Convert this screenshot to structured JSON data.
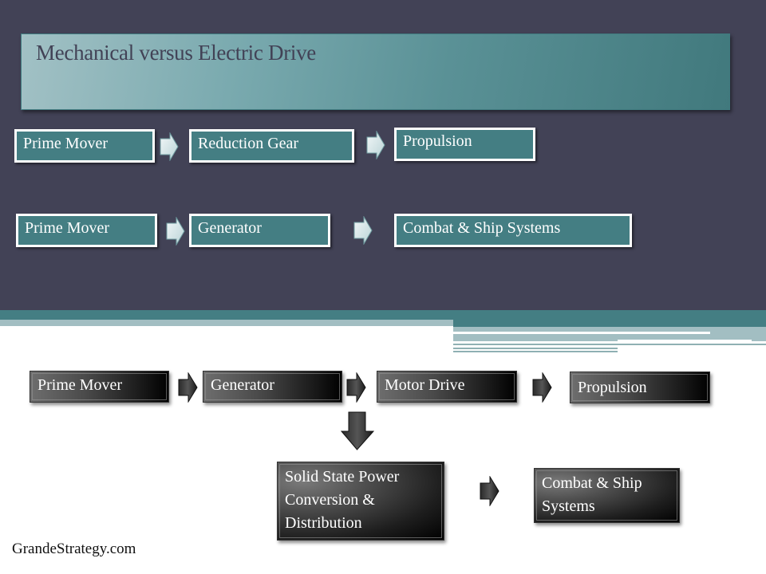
{
  "slide": {
    "title": "Mechanical versus Electric Drive",
    "footer": "GrandeStrategy.com"
  },
  "mechanical_row": {
    "boxes": [
      "Prime Mover",
      "Reduction Gear",
      "Propulsion"
    ]
  },
  "electric_row": {
    "boxes": [
      "Prime Mover",
      "Generator",
      "Combat & Ship Systems"
    ]
  },
  "integrated_flow": {
    "main_row": [
      "Prime Mover",
      "Generator",
      "Motor Drive",
      "Propulsion"
    ],
    "branch": {
      "power_conversion": "Solid State Power Conversion & Distribution",
      "systems": "Combat & Ship Systems"
    }
  },
  "colors": {
    "dark_background": "#424256",
    "teal": "#447e83",
    "light_teal": "#a2c1c5"
  }
}
